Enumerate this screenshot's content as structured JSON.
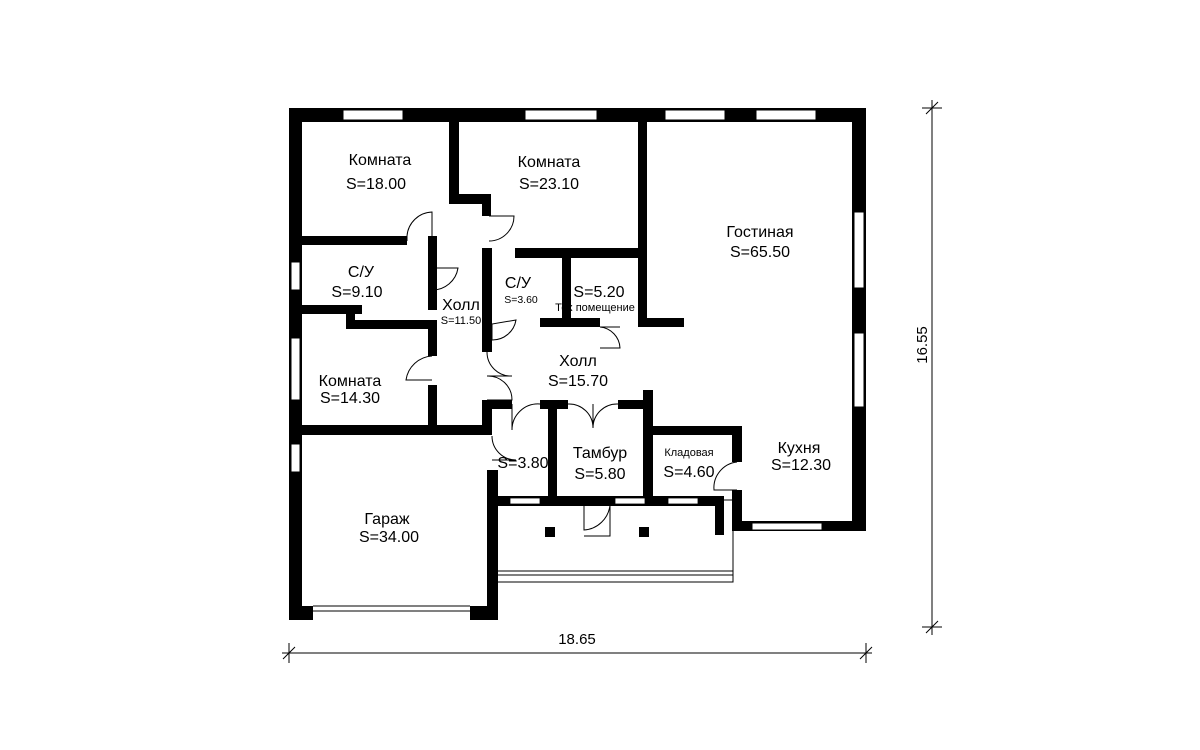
{
  "rooms": {
    "room1": {
      "name": "Комната",
      "area": "S=18.00"
    },
    "room2": {
      "name": "Комната",
      "area": "S=23.10"
    },
    "living": {
      "name": "Гостиная",
      "area": "S=65.50"
    },
    "bath1": {
      "name": "С/У",
      "area": "S=9.10"
    },
    "hall_small": {
      "name": "Холл",
      "area": "S=11.50"
    },
    "bath2": {
      "name": "С/У",
      "area": "S=3.60"
    },
    "tech": {
      "area": "S=5.20",
      "name": "Тех помещение"
    },
    "room3": {
      "name": "Комната",
      "area": "S=14.30"
    },
    "hall_main": {
      "name": "Холл",
      "area": "S=15.70"
    },
    "vestibule_small": {
      "area": "S=3.80"
    },
    "vestibule": {
      "name": "Тамбур",
      "area": "S=5.80"
    },
    "pantry": {
      "name": "Кладовая",
      "area": "S=4.60"
    },
    "kitchen": {
      "name": "Кухня",
      "area": "S=12.30"
    },
    "garage": {
      "name": "Гараж",
      "area": "S=34.00"
    }
  },
  "dimensions": {
    "width": "18.65",
    "depth": "16.55"
  }
}
